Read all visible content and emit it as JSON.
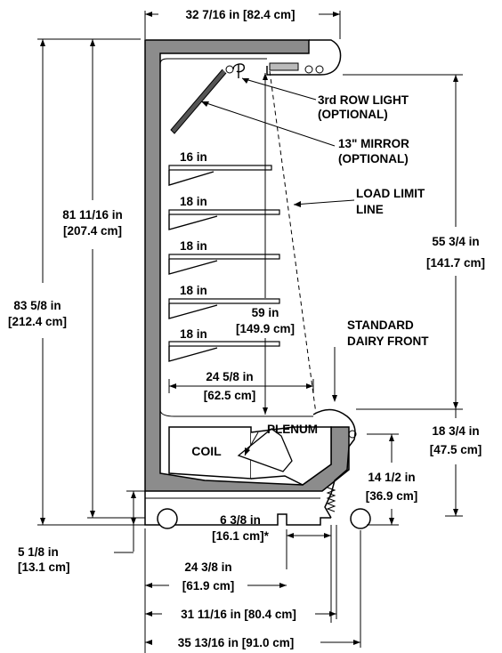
{
  "labels": {
    "top_width": "32 7/16 in [82.4 cm]",
    "row_light_1": "3rd ROW LIGHT",
    "row_light_2": "(OPTIONAL)",
    "mirror_1": "13\" MIRROR",
    "mirror_2": "(OPTIONAL)",
    "load_limit_1": "LOAD LIMIT",
    "load_limit_2": "LINE",
    "shelf_1": "16 in",
    "shelf_2": "18 in",
    "shelf_3": "18 in",
    "shelf_4": "18 in",
    "shelf_5": "18 in",
    "overall_height_1": "83 5/8 in",
    "overall_height_2": "[212.4 cm]",
    "inner_height_1": "81 11/16 in",
    "inner_height_2": "[207.4 cm]",
    "right_height_1": "55 3/4 in",
    "right_height_2": "[141.7 cm]",
    "shelf_height_1": "59 in",
    "shelf_height_2": "[149.9 cm]",
    "dairy_front_1": "STANDARD",
    "dairy_front_2": "DAIRY FRONT",
    "depth_1": "24 5/8 in",
    "depth_2": "[62.5 cm]",
    "front_height_1": "18 3/4 in",
    "front_height_2": "[47.5 cm]",
    "coil": "COIL",
    "plenum": "PLENUM",
    "front_lower_1": "14 1/2 in",
    "front_lower_2": "[36.9 cm]",
    "base_height_1": "5 1/8 in",
    "base_height_2": "[13.1 cm]",
    "kick_1": "6 3/8 in",
    "kick_2": "[16.1 cm]*",
    "base_depth_1": "24 3/8 in",
    "base_depth_2": "[61.9 cm]",
    "depth_b": "31 11/16 in [80.4 cm]",
    "overall_depth": "35 13/16 in [91.0 cm]"
  }
}
